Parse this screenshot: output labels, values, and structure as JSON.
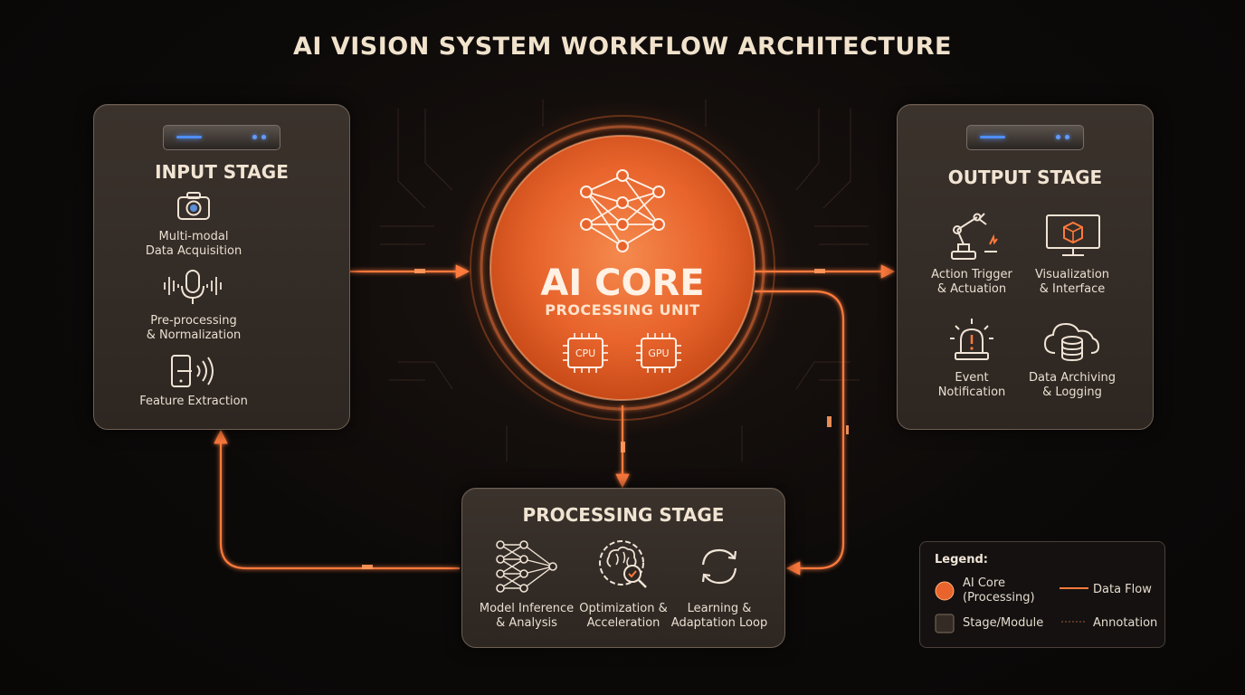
{
  "title": "AI VISION SYSTEM WORKFLOW ARCHITECTURE",
  "input_stage": {
    "title": "INPUT STAGE",
    "items": [
      {
        "label": "Multi-modal\nData Acquisition",
        "icon": "camera-icon"
      },
      {
        "label": "Pre-processing\n& Normalization",
        "icon": "microphone-icon"
      },
      {
        "label": "Feature Extraction",
        "icon": "sensor-icon"
      }
    ]
  },
  "core": {
    "title": "AI CORE",
    "subtitle": "PROCESSING UNIT",
    "chips": [
      "CPU",
      "GPU"
    ]
  },
  "output_stage": {
    "title": "OUTPUT STAGE",
    "items": [
      {
        "label": "Action Trigger\n& Actuation",
        "icon": "robot-arm-icon"
      },
      {
        "label": "Visualization\n& Interface",
        "icon": "monitor-icon"
      },
      {
        "label": "Event\nNotification",
        "icon": "alarm-icon"
      },
      {
        "label": "Data Archiving\n& Logging",
        "icon": "cloud-database-icon"
      }
    ]
  },
  "processing_stage": {
    "title": "PROCESSING STAGE",
    "items": [
      {
        "label": "Model Inference\n& Analysis",
        "icon": "neural-network-icon"
      },
      {
        "label": "Optimization &\nAcceleration",
        "icon": "brain-gear-icon"
      },
      {
        "label": "Learning &\nAdaptation Loop",
        "icon": "refresh-icon"
      }
    ]
  },
  "legend": {
    "title": "Legend:",
    "items": [
      {
        "label": "AI Core\n(Processing)",
        "symbol": "orange-circle"
      },
      {
        "label": "Data Flow",
        "symbol": "orange-line"
      },
      {
        "label": "Stage/Module",
        "symbol": "dark-square"
      },
      {
        "label": "Annotation",
        "symbol": "thin-line"
      }
    ]
  },
  "colors": {
    "accent": "#ff7a3d",
    "core": "#e8642c",
    "panel": "#342b25",
    "background": "#0c0a09"
  }
}
